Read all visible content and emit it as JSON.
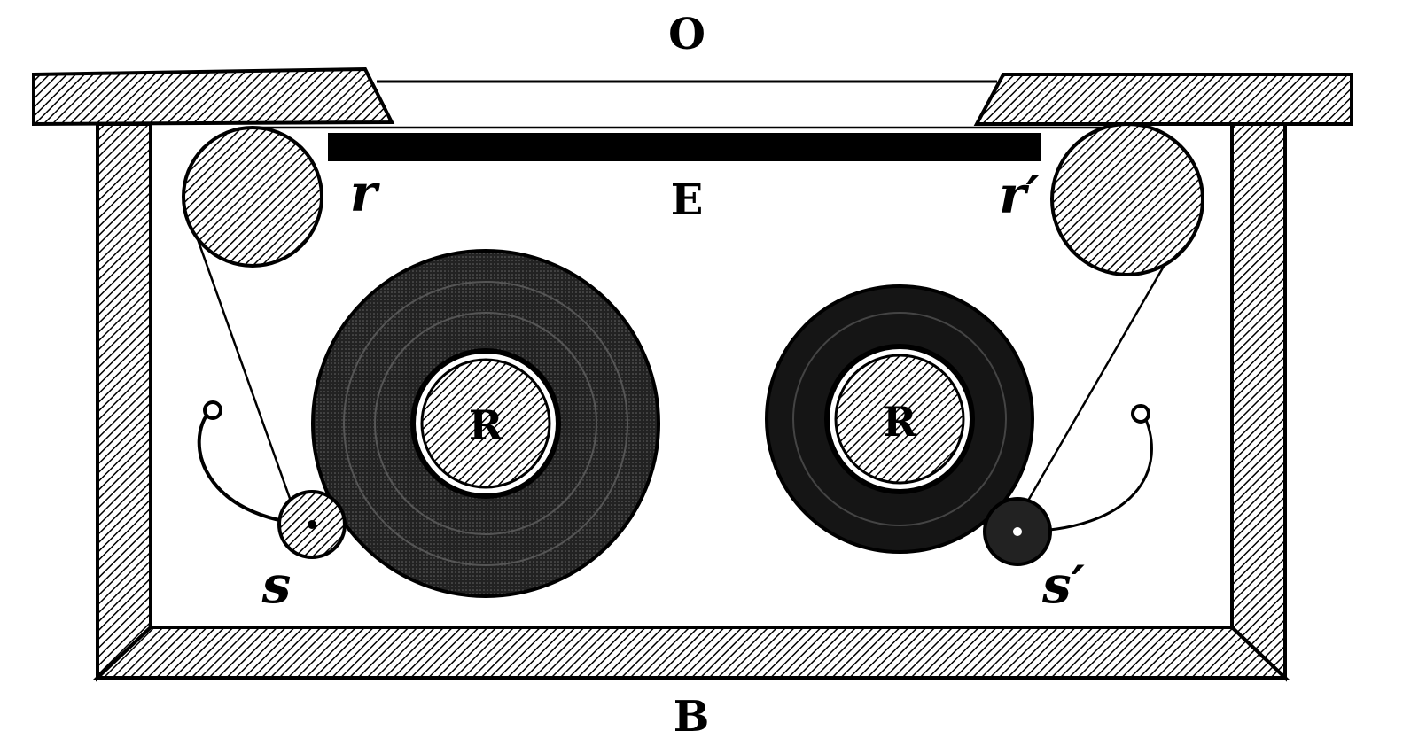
{
  "diagram": {
    "labels": {
      "opening": "O",
      "exposure_plate": "E",
      "roller_left": "r",
      "roller_right": "r′",
      "spool_left": "R",
      "spool_right": "R",
      "spring_roller_left": "s",
      "spring_roller_right": "s′",
      "box_bottom": "B"
    },
    "colors": {
      "ink": "#000000",
      "paper": "#ffffff"
    }
  }
}
